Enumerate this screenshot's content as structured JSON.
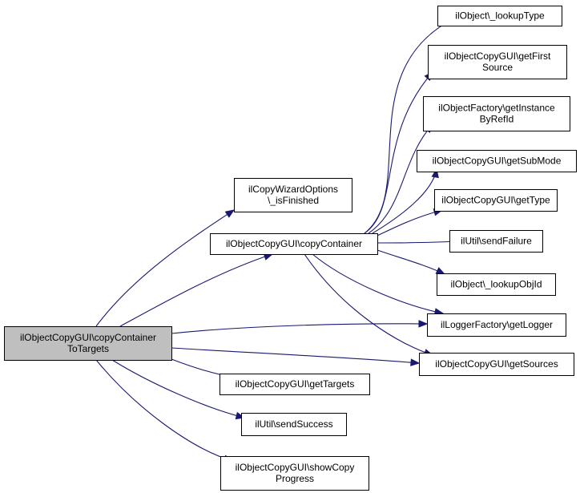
{
  "nodes": [
    {
      "id": "root",
      "lines": [
        "ilObjectCopyGUI\\copyContainer",
        "ToTargets"
      ],
      "highlighted": true
    },
    {
      "id": "wizard",
      "lines": [
        "ilCopyWizardOptions",
        "\\_isFinished"
      ]
    },
    {
      "id": "copycontainer",
      "lines": [
        "ilObjectCopyGUI\\copyContainer"
      ]
    },
    {
      "id": "gettargets",
      "lines": [
        "ilObjectCopyGUI\\getTargets"
      ]
    },
    {
      "id": "sendsuccess",
      "lines": [
        "ilUtil\\sendSuccess"
      ]
    },
    {
      "id": "showprogress",
      "lines": [
        "ilObjectCopyGUI\\showCopy",
        "Progress"
      ]
    },
    {
      "id": "lookuptype",
      "lines": [
        "ilObject\\_lookupType"
      ]
    },
    {
      "id": "getfirstsource",
      "lines": [
        "ilObjectCopyGUI\\getFirst",
        "Source"
      ]
    },
    {
      "id": "getinstance",
      "lines": [
        "ilObjectFactory\\getInstance",
        "ByRefId"
      ]
    },
    {
      "id": "getsubmode",
      "lines": [
        "ilObjectCopyGUI\\getSubMode"
      ]
    },
    {
      "id": "gettype",
      "lines": [
        "ilObjectCopyGUI\\getType"
      ]
    },
    {
      "id": "sendfailure",
      "lines": [
        "ilUtil\\sendFailure"
      ]
    },
    {
      "id": "lookupobjid",
      "lines": [
        "ilObject\\_lookupObjId"
      ]
    },
    {
      "id": "getlogger",
      "lines": [
        "ilLoggerFactory\\getLogger"
      ]
    },
    {
      "id": "getsources",
      "lines": [
        "ilObjectCopyGUI\\getSources"
      ]
    }
  ],
  "edges": [
    {
      "from": "root",
      "to": "wizard"
    },
    {
      "from": "root",
      "to": "copycontainer"
    },
    {
      "from": "root",
      "to": "getlogger"
    },
    {
      "from": "root",
      "to": "getsources"
    },
    {
      "from": "root",
      "to": "gettargets"
    },
    {
      "from": "root",
      "to": "sendsuccess"
    },
    {
      "from": "root",
      "to": "showprogress"
    },
    {
      "from": "copycontainer",
      "to": "lookuptype"
    },
    {
      "from": "copycontainer",
      "to": "getfirstsource"
    },
    {
      "from": "copycontainer",
      "to": "getinstance"
    },
    {
      "from": "copycontainer",
      "to": "getsubmode"
    },
    {
      "from": "copycontainer",
      "to": "gettype"
    },
    {
      "from": "copycontainer",
      "to": "sendfailure"
    },
    {
      "from": "copycontainer",
      "to": "lookupobjid"
    },
    {
      "from": "copycontainer",
      "to": "getlogger"
    },
    {
      "from": "copycontainer",
      "to": "getsources"
    }
  ],
  "colors": {
    "edge": "#191970",
    "highlight_fill": "#bfbfbf",
    "node_border": "#000000"
  }
}
